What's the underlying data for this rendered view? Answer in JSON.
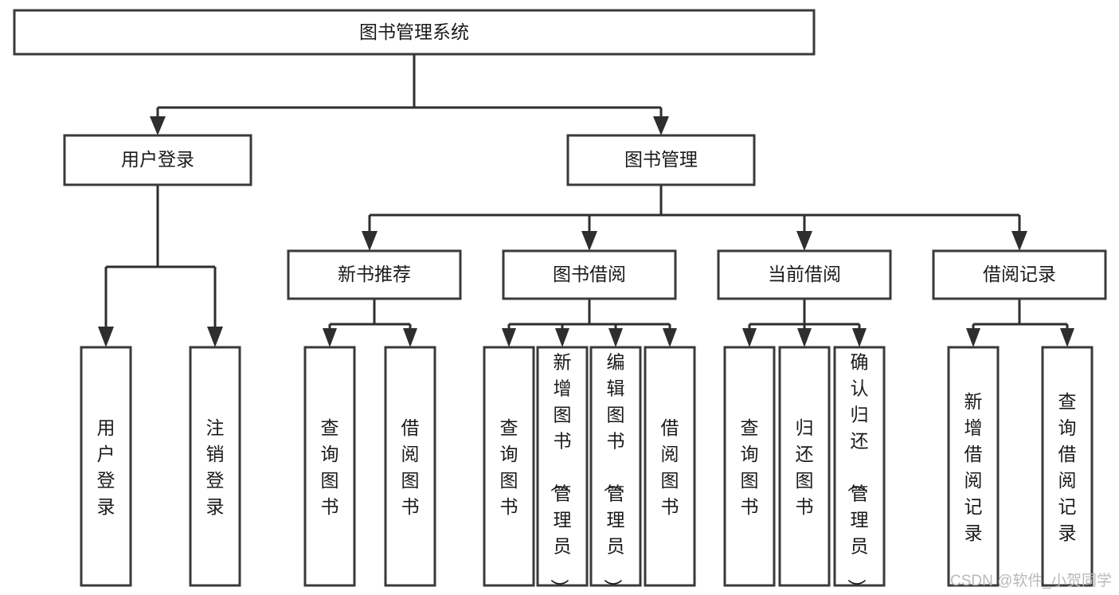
{
  "diagram": {
    "title": "图书管理系统",
    "type": "tree-hierarchy-diagram",
    "orientation": "top-down",
    "colors": {
      "box_stroke": "#3a3a3a",
      "box_fill": "#ffffff",
      "connector": "#2e2e2e",
      "text": "#1a1a1a",
      "watermark": "#b9b9b9",
      "background": "#ffffff"
    },
    "root": {
      "label": "图书管理系统"
    },
    "level2": [
      {
        "label": "用户登录"
      },
      {
        "label": "图书管理"
      }
    ],
    "user_login_children": [
      {
        "label": "用户登录"
      },
      {
        "label": "注销登录"
      }
    ],
    "level3": [
      {
        "label": "新书推荐"
      },
      {
        "label": "图书借阅"
      },
      {
        "label": "当前借阅"
      },
      {
        "label": "借阅记录"
      }
    ],
    "new_book_children": [
      {
        "label": "查询图书"
      },
      {
        "label": "借阅图书"
      }
    ],
    "book_borrow_children": [
      {
        "label": "查询图书"
      },
      {
        "label": "新增图书（管理员）"
      },
      {
        "label": "编辑图书（管理员）"
      },
      {
        "label": "借阅图书"
      }
    ],
    "current_borrow_children": [
      {
        "label": "查询图书"
      },
      {
        "label": "归还图书"
      },
      {
        "label": "确认归还（管理员）"
      }
    ],
    "borrow_record_children": [
      {
        "label": "新增借阅记录"
      },
      {
        "label": "查询借阅记录"
      }
    ],
    "watermark": "CSDN @软件_小贺同学"
  }
}
